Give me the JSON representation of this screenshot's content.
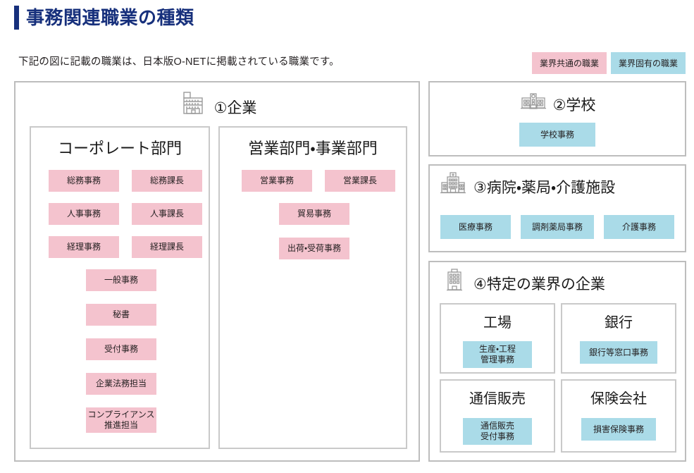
{
  "header": {
    "title": "事務関連職業の種類",
    "subtitle": "下記の図に記載の職業は、日本版O-NETに掲載されている職業です。",
    "accent_color": "#17307c"
  },
  "legend": {
    "common_label": "業界共通の職業",
    "common_color": "#f4c3ce",
    "specific_label": "業界固有の職業",
    "specific_color": "#aadbe8"
  },
  "panels": {
    "company": {
      "title": "①企業",
      "icon": "office-building-icon",
      "departments": [
        {
          "title": "コーポレート部門",
          "pairs": [
            [
              "総務事務",
              "総務課長"
            ],
            [
              "人事事務",
              "人事課長"
            ],
            [
              "経理事務",
              "経理課長"
            ]
          ],
          "singles": [
            "一般事務",
            "秘書",
            "受付事務",
            "企業法務担当",
            "コンプライアンス\n推進担当"
          ],
          "single_last_line1": "コンプライアンス",
          "single_last_line2": "推進担当"
        },
        {
          "title": "営業部門・事業部門",
          "pairs": [
            [
              "営業事務",
              "営業課長"
            ]
          ],
          "singles": [
            "貿易事務",
            "出荷・受荷事務"
          ]
        }
      ]
    },
    "school": {
      "title": "②学校",
      "icon": "school-building-icon",
      "jobs": [
        "学校事務"
      ]
    },
    "medical": {
      "title": "③病院・薬局・介護施設",
      "icon": "hospital-building-icon",
      "jobs": [
        "医療事務",
        "調剤薬局事務",
        "介護事務"
      ]
    },
    "industry": {
      "title": "④特定の業界の企業",
      "icon": "tall-building-icon",
      "sectors": [
        {
          "title": "工場",
          "job_line1": "生産・工程",
          "job_line2": "管理事務"
        },
        {
          "title": "銀行",
          "job_line1": "銀行等窓口事務",
          "job_line2": ""
        },
        {
          "title": "通信販売",
          "job_line1": "通信販売",
          "job_line2": "受付事務"
        },
        {
          "title": "保険会社",
          "job_line1": "損害保険事務",
          "job_line2": ""
        }
      ]
    }
  }
}
